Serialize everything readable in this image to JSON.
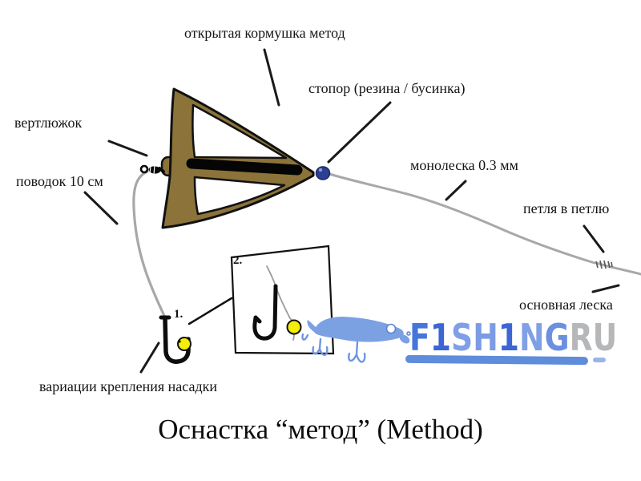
{
  "title": "Оснастка “метод” (Method)",
  "labels": {
    "open_feeder": "открытая кормушка метод",
    "stopper": "стопор (резина / бусинка)",
    "swivel": "вертлюжок",
    "leader": "поводок 10 см",
    "monofilament": "монолеска 0.3 мм",
    "loop_to_loop": "петля в петлю",
    "main_line": "основная леска",
    "bait_variations": "вариации крепления насадки"
  },
  "markers": {
    "variant1": "1.",
    "variant2": "2."
  },
  "logo": {
    "word": "F1SH1NGRU",
    "letters": [
      {
        "ch": "F",
        "color": "#4577db"
      },
      {
        "ch": "1",
        "color": "#3b66d4"
      },
      {
        "ch": "S",
        "color": "#7fa0e6"
      },
      {
        "ch": "H",
        "color": "#7b9ce4"
      },
      {
        "ch": "1",
        "color": "#3b66d4"
      },
      {
        "ch": "N",
        "color": "#7fa0e6"
      },
      {
        "ch": "G",
        "color": "#6b90e0"
      },
      {
        "ch": "R",
        "color": "#b6b7b9"
      },
      {
        "ch": "U",
        "color": "#b6b7b9"
      }
    ]
  },
  "colors": {
    "feeder_brown": "#8b7339",
    "outline_black": "#111111",
    "line_gray": "#a8a8a8",
    "bead_blue": "#2c3f93",
    "bait_yellow": "#f4ee08",
    "logo_blue": "#7ba1e3",
    "logo_underline": "#5f8cdb",
    "text_black": "#141414"
  }
}
